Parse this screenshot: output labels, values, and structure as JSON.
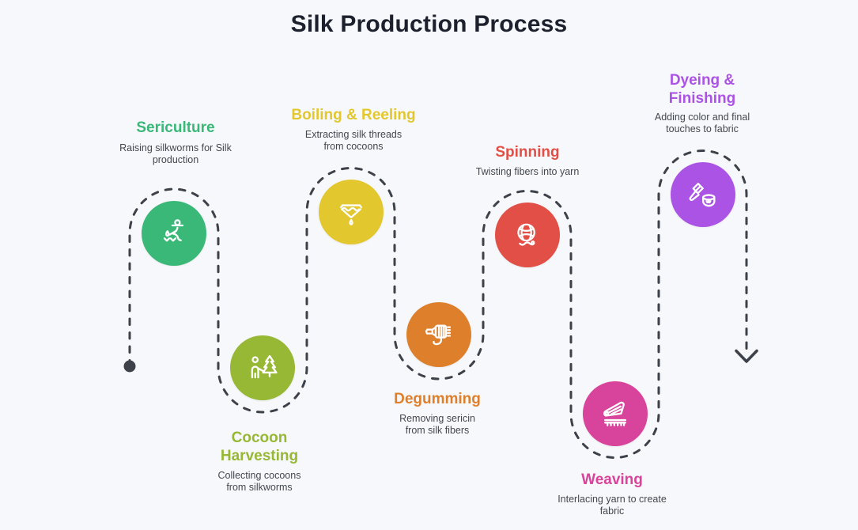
{
  "page": {
    "title": "Silk Production Process",
    "title_color": "#1d212e",
    "background_color": "#f7f8fb"
  },
  "flow": {
    "line_color": "#3d414a",
    "start_marker": "dot",
    "end_marker": "down-arrow"
  },
  "steps": [
    {
      "label": "Sericulture",
      "description": "Raising silkworms for Silk production",
      "color": "#3ab878",
      "icon": "farmer-sowing-icon"
    },
    {
      "label": "Cocoon Harvesting",
      "description": "Collecting cocoons from silkworms",
      "color": "#97b834",
      "icon": "person-tree-harvest-icon"
    },
    {
      "label": "Boiling & Reeling",
      "description": "Extracting silk threads from cocoons",
      "color": "#e3c72e",
      "icon": "boiling-funnel-drop-icon"
    },
    {
      "label": "Degumming",
      "description": "Removing sericin from silk fibers",
      "color": "#dd7f2b",
      "icon": "fiber-brush-icon"
    },
    {
      "label": "Spinning",
      "description": "Twisting fibers into yarn",
      "color": "#e14f46",
      "icon": "yarn-ball-icon"
    },
    {
      "label": "Weaving",
      "description": "Interlacing yarn to create fabric",
      "color": "#d8439b",
      "icon": "loom-shuttle-icon"
    },
    {
      "label": "Dyeing & Finishing",
      "description": "Adding color and final touches to fabric",
      "color": "#ab53e4",
      "icon": "paintbrush-paint-can-icon"
    }
  ]
}
